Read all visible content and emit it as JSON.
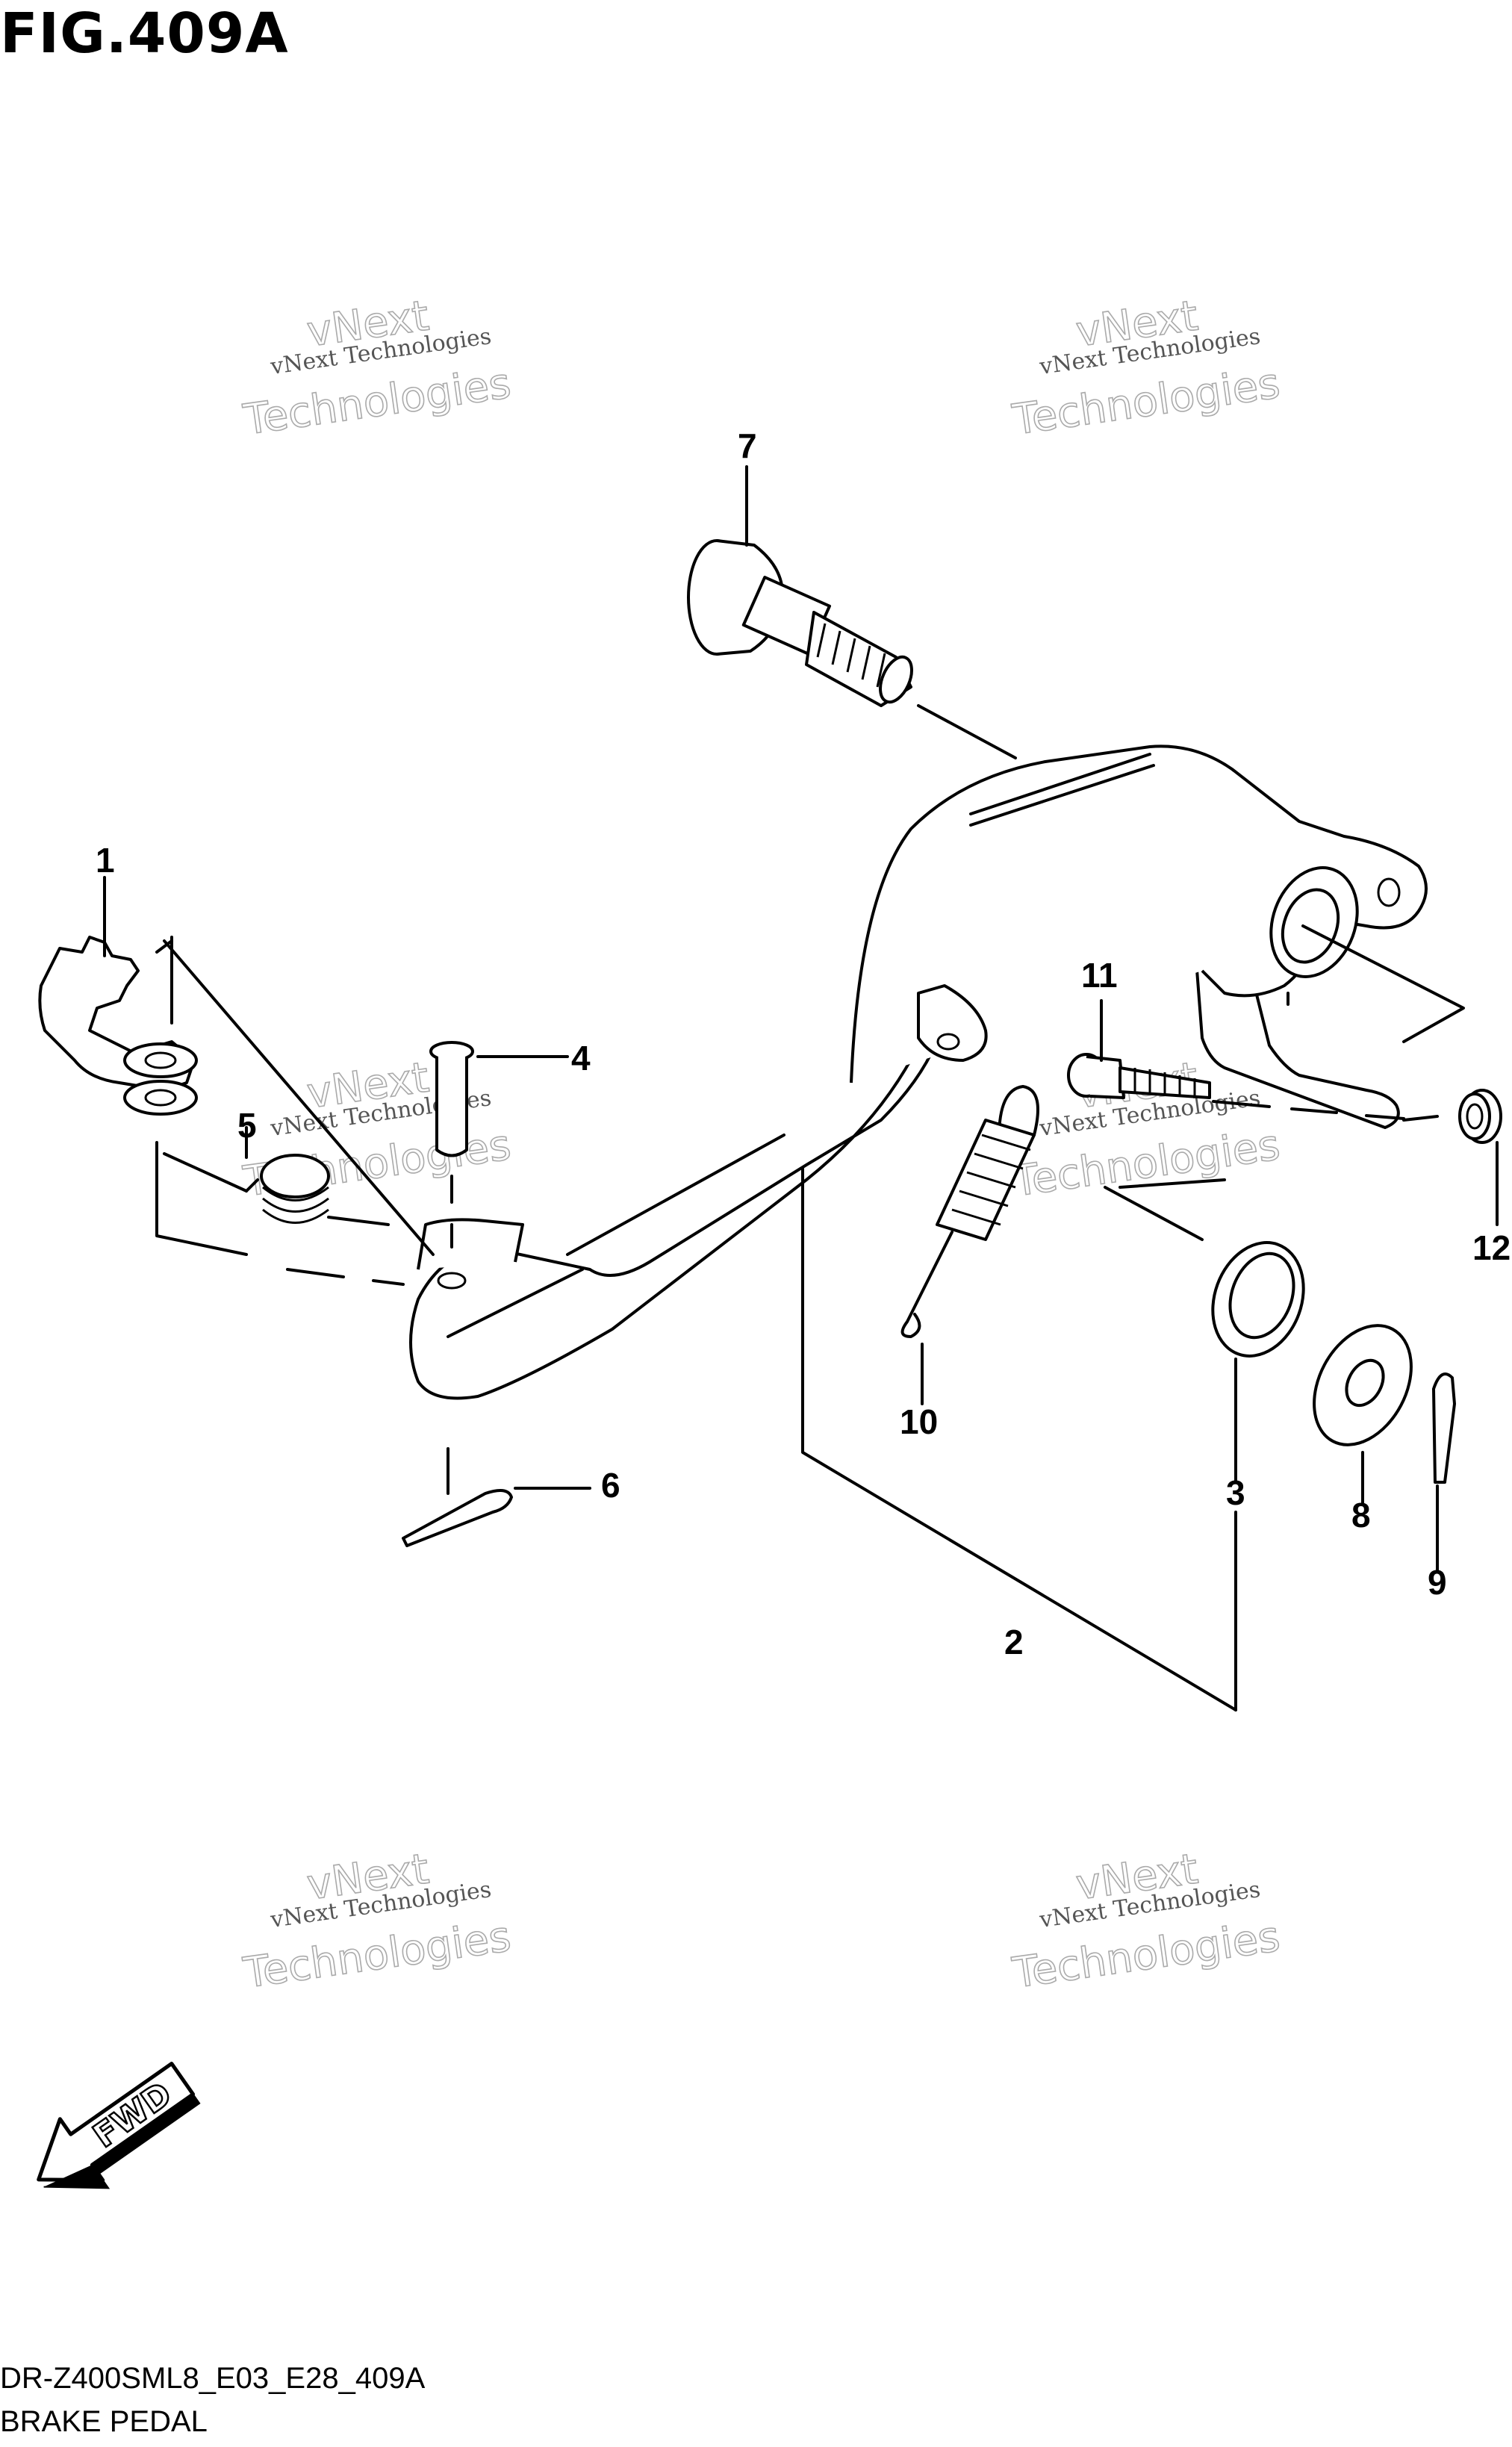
{
  "figure": {
    "title": "FIG.409A",
    "code": "DR-Z400SML8_E03_E28_409A",
    "name": "BRAKE PEDAL",
    "fwd_label": "FWD"
  },
  "watermark": {
    "line1": "vNext Technologies",
    "line2": "Technologies",
    "line3": "vNext"
  },
  "callouts": [
    "1",
    "2",
    "3",
    "4",
    "5",
    "6",
    "7",
    "8",
    "9",
    "10",
    "11",
    "12"
  ]
}
